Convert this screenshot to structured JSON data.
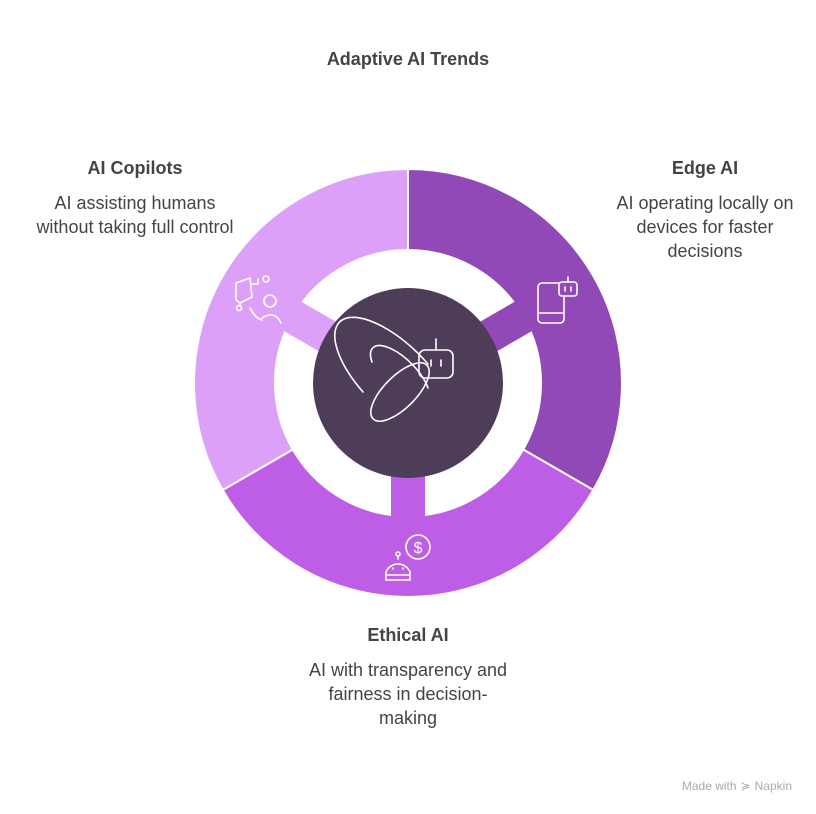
{
  "title": "Adaptive AI Trends",
  "segments": [
    {
      "name": "Edge AI",
      "description": "AI operating locally on devices for faster decisions",
      "color": "#9149B8",
      "icon": "smartphone-robot-icon"
    },
    {
      "name": "Ethical AI",
      "description": "AI with transparency and fairness in decision-making",
      "color": "#BE5EE6",
      "icon": "robot-dollar-icon"
    },
    {
      "name": "AI Copilots",
      "description": "AI assisting humans without taking full control",
      "color": "#DDA0F8",
      "icon": "human-robot-assist-icon"
    }
  ],
  "center": {
    "color": "#4E3D58",
    "icon": "atom-robot-icon"
  },
  "footer": {
    "made_with": "Made with",
    "brand": "Napkin"
  }
}
